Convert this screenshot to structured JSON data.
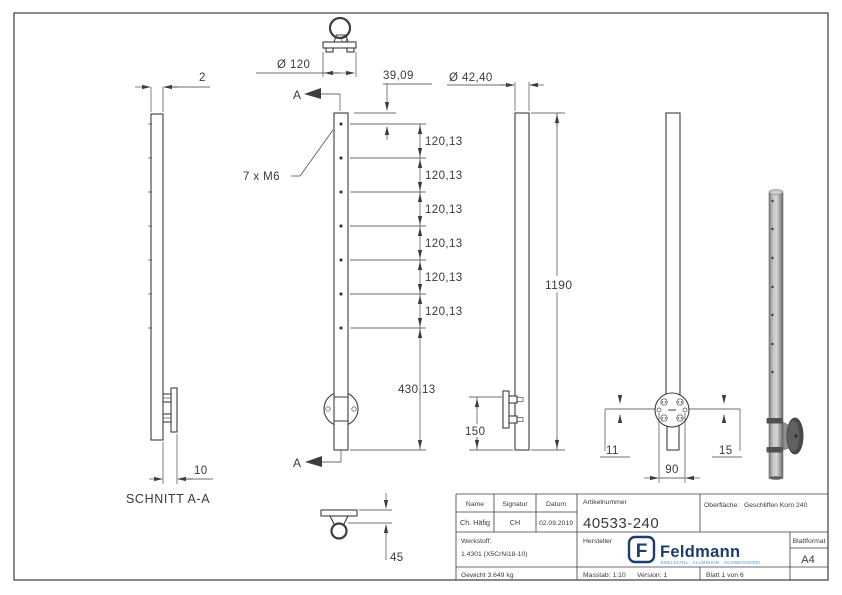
{
  "colors": {
    "line": "#3d3d3d",
    "text": "#3a3a3a",
    "logo_navy": "#1c3e6e",
    "logo_light_blue": "#4a94c4",
    "render_grey": "#9a9a9a"
  },
  "drawing": {
    "section_view": {
      "title": "SCHNITT A-A",
      "dim_thickness": "2",
      "dim_offset": "10"
    },
    "front_view": {
      "dim_flange_dia": "Ø 120",
      "dim_top_offset": "39,09",
      "holes_label": "7 x M6",
      "section_marker": "A",
      "dim_spacings": [
        "120,13",
        "120,13",
        "120,13",
        "120,13",
        "120,13",
        "120,13"
      ],
      "dim_bottom_offset": "430,13"
    },
    "detail_view": {
      "dim_offset": "45"
    },
    "side_view": {
      "dim_diameter": "Ø 42,40",
      "dim_height": "1190",
      "dim_bracket": "150"
    },
    "flange_view": {
      "dim_hole_left": "11",
      "dim_hole_spacing": "90",
      "dim_hole_right": "15"
    }
  },
  "title_block": {
    "name_label": "Name",
    "signature_label": "Signatur",
    "date_label": "Datum",
    "name": "Ch. Häfig",
    "signature": "CH",
    "date": "02.09.2019",
    "article_label": "Artikelnummer",
    "article_number": "40533-240",
    "surface_label": "Oberfläche:",
    "surface_value": "Geschliffen Korn 240",
    "material_label": "Werkstoff:",
    "material_value": "1.4301 (X5CrNi18-10)",
    "manufacturer_label": "Hersteller",
    "brand_initial": "F",
    "brand": "Feldmann",
    "brand_tagline": "EDELSTAHL · ALUMINIUM · SCHWEISSEREI",
    "format_label": "Blattformat",
    "format_value": "A4",
    "weight": "Gewicht 3.649 kg",
    "scale": "Masstab: 1:10",
    "version": "Version: 1",
    "sheet": "Blatt 1 von 6"
  }
}
